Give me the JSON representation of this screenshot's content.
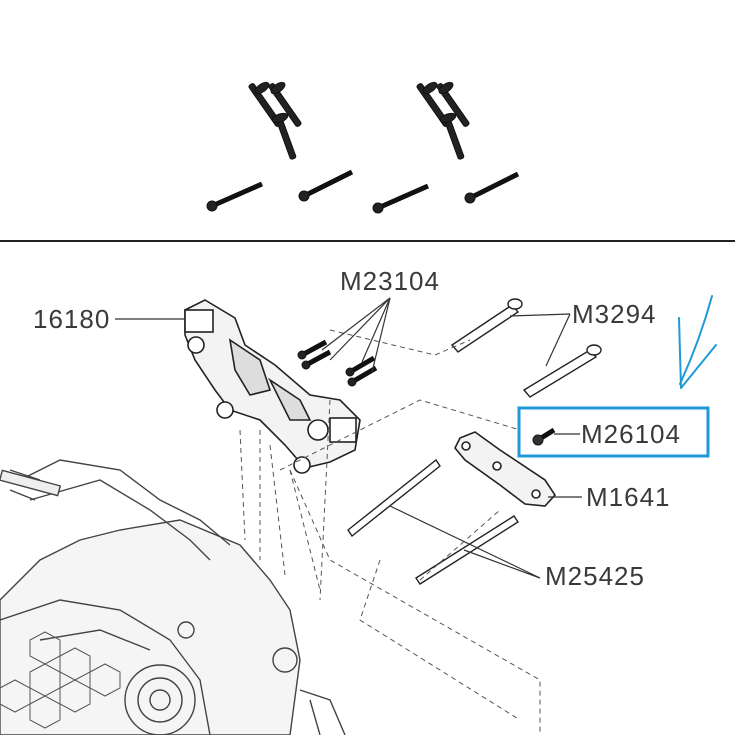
{
  "diagram": {
    "parts": {
      "top_label": "M23104",
      "left_label": "16180",
      "pin_label": "M3294",
      "highlight_label": "M26104",
      "plate_label": "M1641",
      "rod_label": "M25425"
    },
    "colors": {
      "highlight_box": "#1e9bd7",
      "arrow": "#1e9bd7",
      "line": "#333333",
      "label": "#3a3a3a"
    },
    "icons": {
      "screws_top": "screw-icon",
      "annotation": "hand-drawn-arrow-icon"
    }
  }
}
